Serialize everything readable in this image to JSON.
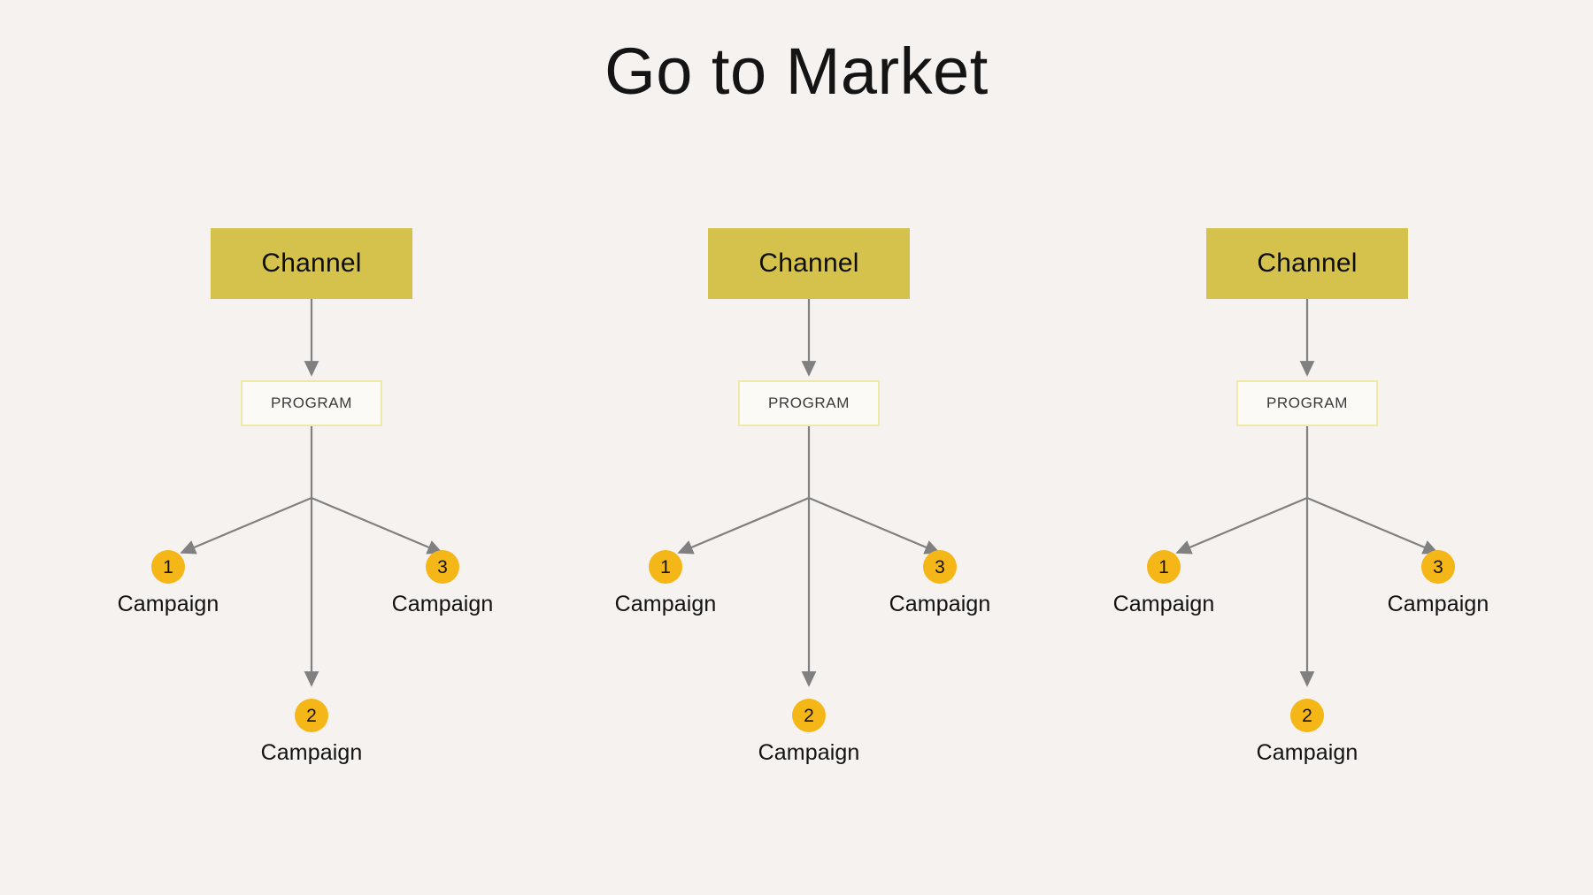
{
  "page": {
    "title": "Go to Market",
    "background_color": "#f6f2f0"
  },
  "theme": {
    "channel_fill": "#d4c24d",
    "program_fill": "#fbfaf6",
    "program_border": "#efe9a8",
    "campaign_circle": "#f5b617",
    "connector": "#808080",
    "text_dark": "#121212"
  },
  "diagram": {
    "type": "flowchart",
    "group_count": 3,
    "groups": [
      {
        "id": "group-1",
        "channel": {
          "label": "Channel"
        },
        "program": {
          "label": "PROGRAM"
        },
        "campaigns": [
          {
            "number": "1",
            "label": "Campaign"
          },
          {
            "number": "2",
            "label": "Campaign"
          },
          {
            "number": "3",
            "label": "Campaign"
          }
        ]
      },
      {
        "id": "group-2",
        "channel": {
          "label": "Channel"
        },
        "program": {
          "label": "PROGRAM"
        },
        "campaigns": [
          {
            "number": "1",
            "label": "Campaign"
          },
          {
            "number": "2",
            "label": "Campaign"
          },
          {
            "number": "3",
            "label": "Campaign"
          }
        ]
      },
      {
        "id": "group-3",
        "channel": {
          "label": "Channel"
        },
        "program": {
          "label": "PROGRAM"
        },
        "campaigns": [
          {
            "number": "1",
            "label": "Campaign"
          },
          {
            "number": "2",
            "label": "Campaign"
          },
          {
            "number": "3",
            "label": "Campaign"
          }
        ]
      }
    ]
  }
}
